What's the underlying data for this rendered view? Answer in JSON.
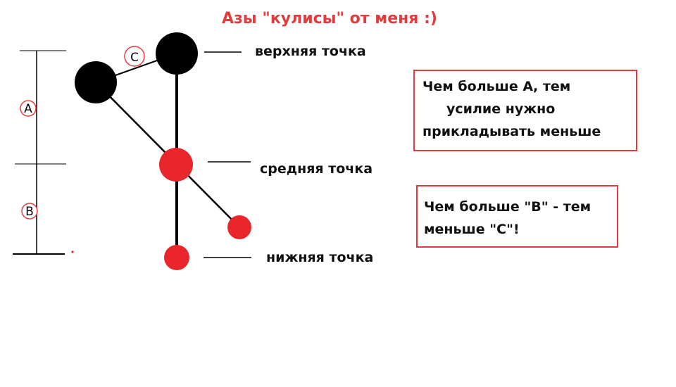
{
  "title": "Азы \"кулисы\" от меня :)",
  "labels": {
    "top_point": "верхняя точка",
    "middle_point": "средняя точка",
    "bottom_point": "нижняя точка",
    "dim_a": "A",
    "dim_b": "B",
    "dim_c": "C"
  },
  "notes": [
    {
      "lines": [
        "Чем больше А, тем",
        "усилие нужно",
        "прикладывать меньше"
      ]
    },
    {
      "lines": [
        "Чем больше \"В\" - тем",
        "меньше \"С\"!"
      ]
    }
  ],
  "colors": {
    "title": "#e23b3b",
    "accent_red": "#e8262b",
    "pivot_black": "#000000",
    "text": "#111111",
    "box_border": "#e23b3b"
  }
}
